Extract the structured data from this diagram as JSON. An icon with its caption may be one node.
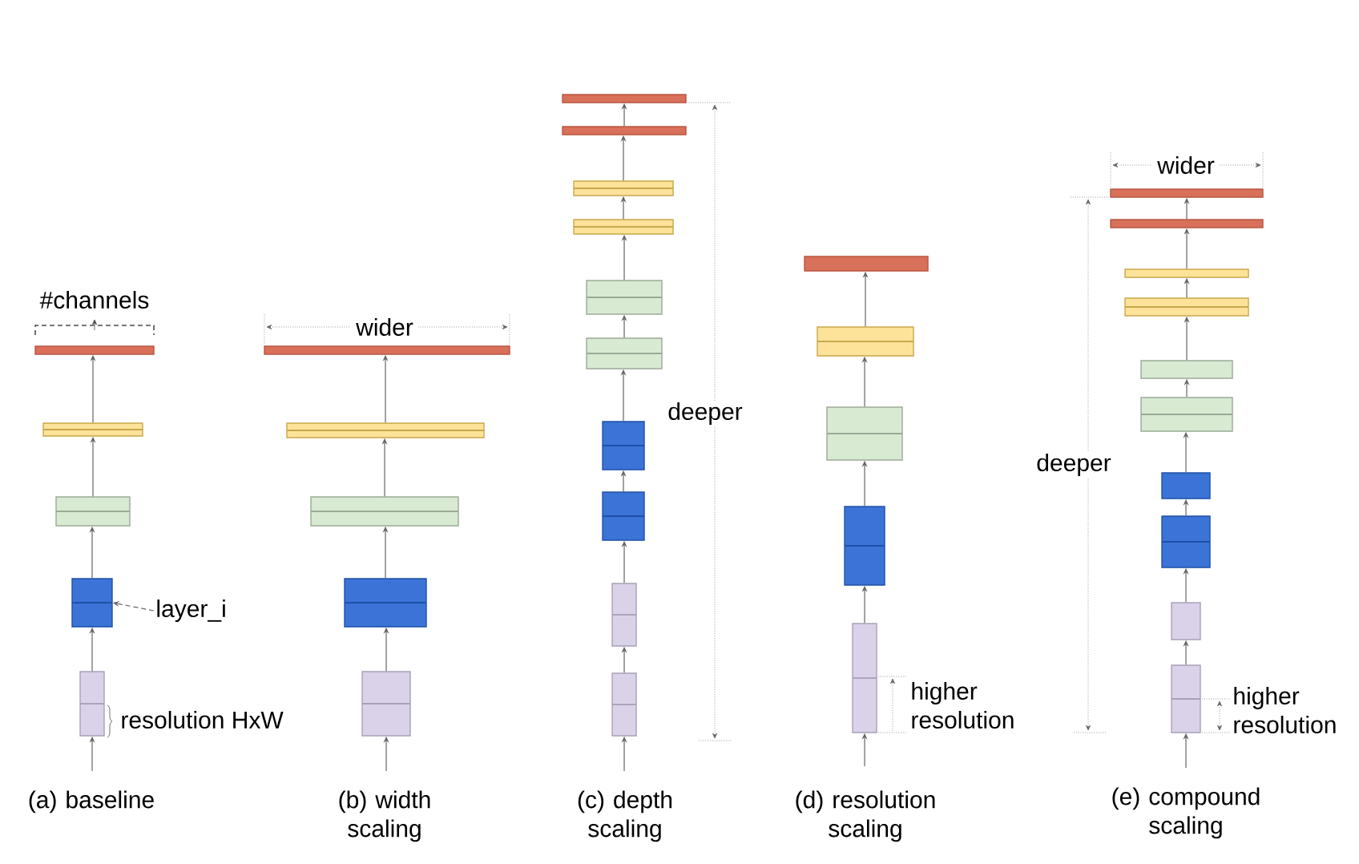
{
  "diagram": {
    "nodes": [
      {
        "text": [],
        "shape": "box"
      },
      {
        "text": [],
        "shape": "box"
      },
      {
        "text": [],
        "shape": "box"
      },
      {
        "text": [],
        "shape": "box"
      },
      {
        "text": [],
        "shape": "box"
      },
      {
        "text": [
          "layer_i"
        ]
      },
      {
        "text": [],
        "shape": "box"
      },
      {
        "text": [],
        "shape": "box"
      },
      {
        "text": [],
        "shape": "box"
      },
      {
        "text": [],
        "shape": "box"
      },
      {
        "text": [],
        "shape": "box"
      },
      {
        "text": [],
        "shape": "box"
      },
      {
        "text": [],
        "shape": "box"
      },
      {
        "text": [],
        "shape": "box"
      },
      {
        "text": [],
        "shape": "box"
      },
      {
        "text": [],
        "shape": "box"
      },
      {
        "text": [],
        "shape": "box"
      },
      {
        "text": [],
        "shape": "box"
      },
      {
        "text": [],
        "shape": "box"
      },
      {
        "text": [],
        "shape": "box"
      },
      {
        "text": [],
        "shape": "box"
      },
      {
        "text": [],
        "shape": "box"
      },
      {
        "text": [],
        "shape": "box"
      },
      {
        "text": [],
        "shape": "box"
      },
      {
        "text": [],
        "shape": "box"
      },
      {
        "text": [],
        "shape": "box"
      },
      {
        "text": [],
        "shape": "box"
      },
      {
        "text": [],
        "shape": "box"
      },
      {
        "text": [],
        "shape": "box"
      },
      {
        "text": [],
        "shape": "box"
      },
      {
        "text": [],
        "shape": "box"
      },
      {
        "text": [],
        "shape": "box"
      },
      {
        "text": [],
        "shape": "box"
      },
      {
        "text": [],
        "shape": "box"
      },
      {
        "text": [],
        "shape": "box"
      },
      {
        "text": [],
        "shape": "box"
      }
    ],
    "edges": [
      {
        "from": null,
        "to": 4,
        "arrow": "to"
      },
      {
        "from": 4,
        "to": 3,
        "arrow": "to"
      },
      {
        "from": 3,
        "to": 2,
        "arrow": "to"
      },
      {
        "from": 2,
        "to": 1,
        "arrow": "to"
      },
      {
        "from": 1,
        "to": 0,
        "arrow": "to"
      },
      {
        "from": 5,
        "to": 3,
        "arrow": "to",
        "style": "dashed"
      },
      {
        "from": null,
        "to": 10,
        "arrow": "to"
      },
      {
        "from": 10,
        "to": 9,
        "arrow": "to"
      },
      {
        "from": 9,
        "to": 8,
        "arrow": "to"
      },
      {
        "from": 8,
        "to": 7,
        "arrow": "to"
      },
      {
        "from": 7,
        "to": 6,
        "arrow": "to"
      },
      {
        "from": null,
        "to": 20,
        "arrow": "to"
      },
      {
        "from": 20,
        "to": 19,
        "arrow": "to"
      },
      {
        "from": 19,
        "to": 18,
        "arrow": "to"
      },
      {
        "from": 18,
        "to": 17,
        "arrow": "to"
      },
      {
        "from": 17,
        "to": 16,
        "arrow": "to"
      },
      {
        "from": 16,
        "to": 15,
        "arrow": "to"
      },
      {
        "from": 15,
        "to": 14,
        "arrow": "to"
      },
      {
        "from": 14,
        "to": 13,
        "arrow": "to"
      },
      {
        "from": 13,
        "to": 12,
        "arrow": "to"
      },
      {
        "from": 12,
        "to": 11,
        "arrow": "to"
      },
      {
        "from": null,
        "to": 25,
        "arrow": "to"
      },
      {
        "from": 25,
        "to": 24,
        "arrow": "to"
      },
      {
        "from": 24,
        "to": 23,
        "arrow": "to"
      },
      {
        "from": 23,
        "to": 22,
        "arrow": "to"
      },
      {
        "from": 22,
        "to": 21,
        "arrow": "to"
      },
      {
        "from": null,
        "to": 35,
        "arrow": "to"
      },
      {
        "from": 35,
        "to": 34,
        "arrow": "to"
      },
      {
        "from": 34,
        "to": 33,
        "arrow": "to"
      },
      {
        "from": 33,
        "to": 32,
        "arrow": "to"
      },
      {
        "from": 32,
        "to": 31,
        "arrow": "to"
      },
      {
        "from": 31,
        "to": 30,
        "arrow": "to"
      },
      {
        "from": 30,
        "to": 29,
        "arrow": "to"
      },
      {
        "from": 29,
        "to": 28,
        "arrow": "to"
      },
      {
        "from": 28,
        "to": 27,
        "arrow": "to"
      },
      {
        "from": 27,
        "to": 26,
        "arrow": "to"
      }
    ],
    "labels": [
      "#channels",
      "resolution HxW",
      "wider",
      "deeper",
      "higher resolution",
      "wider",
      "deeper",
      "higher resolution",
      "(a) baseline",
      "(b) width scaling",
      "(c) depth scaling",
      "(d) resolution scaling",
      "(e) compound scaling"
    ]
  }
}
